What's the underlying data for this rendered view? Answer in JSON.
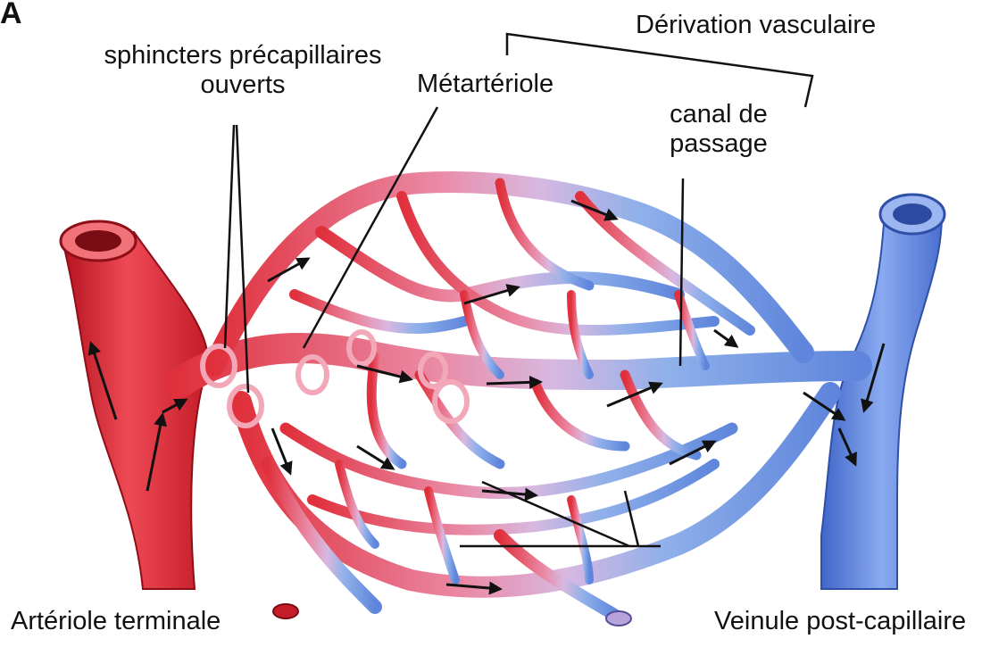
{
  "figure": {
    "panel_letter": "A",
    "labels": {
      "sphincters_line1": "sphincters précapillaires",
      "sphincters_line2": "ouverts",
      "metarteriole": "Métartériole",
      "derivation": "Dérivation vasculaire",
      "canal_line1": "canal de",
      "canal_line2": "passage",
      "arteriole": "Artériole terminale",
      "veinule": "Veinule post-capillaire"
    },
    "colors": {
      "arterial": "#e0303c",
      "arterial_dark": "#a8141e",
      "mid": "#e79ab6",
      "venous": "#6d93e2",
      "venous_dark": "#3d62c4",
      "leader": "#111111"
    }
  }
}
